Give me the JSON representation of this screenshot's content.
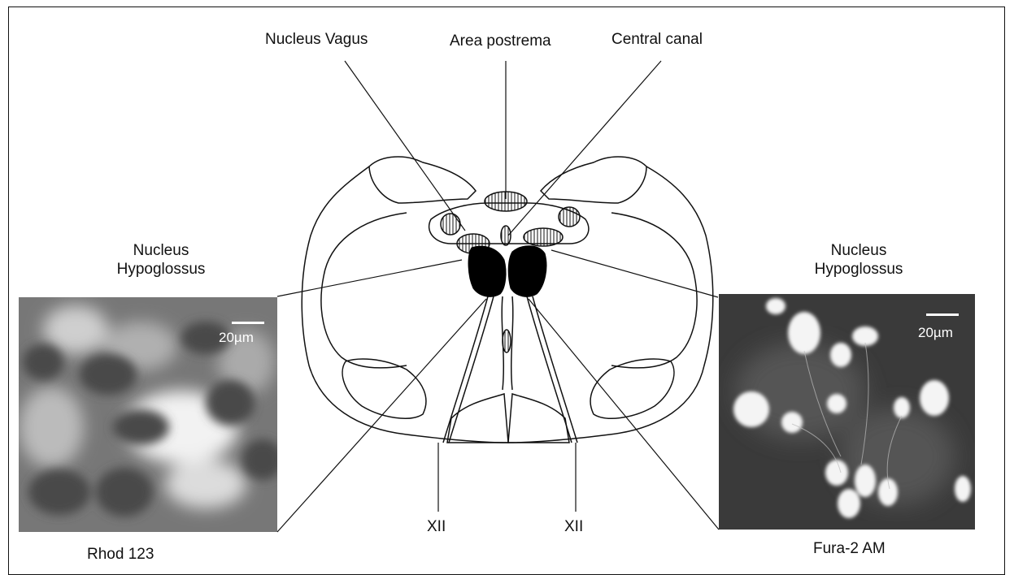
{
  "labels": {
    "nucleus_vagus": "Nucleus Vagus",
    "area_postrema": "Area postrema",
    "central_canal": "Central canal",
    "left_nucleus": [
      "Nucleus",
      "Hypoglossus"
    ],
    "right_nucleus": [
      "Nucleus",
      "Hypoglossus"
    ],
    "xii_left": "XII",
    "xii_right": "XII",
    "left_stain": "Rhod 123",
    "right_stain": "Fura-2 AM",
    "left_scale": "20µm",
    "right_scale": "20µm"
  },
  "colors": {
    "line": "#111111",
    "nucleus_fill": "#000000",
    "left_image_bg": "#6e6e6e",
    "right_image_bg": "#3a3a3a"
  }
}
